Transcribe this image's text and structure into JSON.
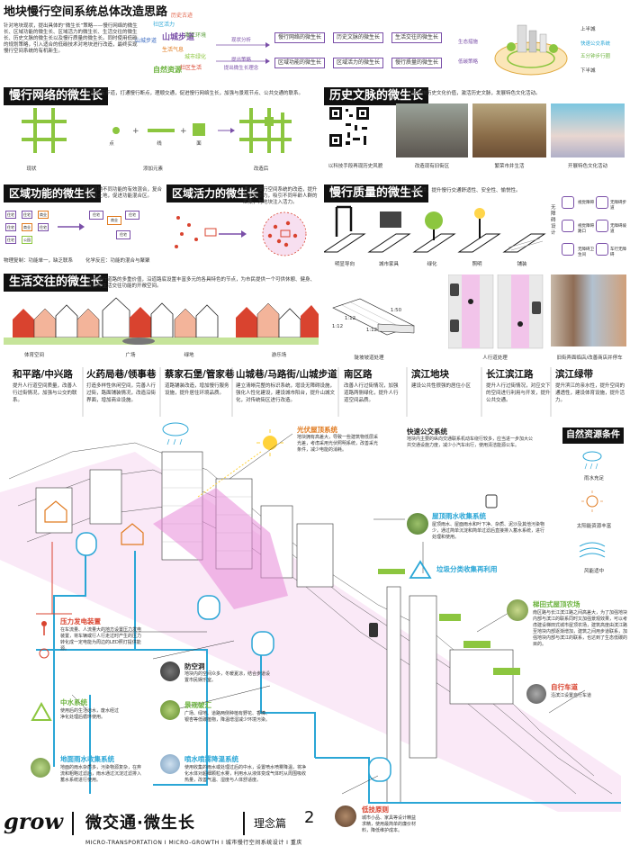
{
  "header": {
    "title": "地块慢行空间系统总体改造思路",
    "intro": "针对地块现状，提出具体的“微生长”策略——慢行网络的微生长、区域功能的微生长、区域活力的微生长、生活交往的微生长、历史文脉的微生长以及慢行质量的微生长。同时使用低碳的规划策略，引入适合的低碳技术对地块进行改造，最终实现慢行空间系统的有机新生。",
    "cloud_words": [
      "历史古迹",
      "社区活力",
      "山城步道",
      "滨江环境",
      "生活气息",
      "城市绿化",
      "自然资源",
      "社区生活",
      "公共交往"
    ],
    "flow_left": [
      "现状分析",
      "提出策略",
      "提出微生长理念"
    ],
    "flow_boxes": [
      "慢行网络的微生长",
      "历史文脉的微生长",
      "生活交往的微生长",
      "区域功能的微生长",
      "区域活力的微生长",
      "慢行质量的微生长"
    ],
    "flow_right": [
      "生态措施",
      "低碳策略"
    ],
    "ring_labels": [
      "上半城",
      "快速公交系统",
      "五分钟步行圈",
      "下半城"
    ]
  },
  "sections": {
    "network": {
      "title": "慢行网络的微生长",
      "desc": "修复现有步道，打通慢行断点，理顺交通，促进慢行网络生长，加强与景观节点、公共交通的联系。",
      "labels": [
        "现状",
        "添加元素",
        "改造后"
      ],
      "elements": [
        "点",
        "线",
        "面"
      ]
    },
    "history": {
      "title": "历史文脉的微生长",
      "desc": "挖掘地块历史文化价值，激活历史文脉，发展特色文化活动。",
      "labels": [
        "以科技手段再现历史风貌",
        "改造现有旧街区",
        "繁荣市井生活",
        "开展特色文化活动"
      ]
    },
    "function": {
      "title": "区域功能的微生长",
      "desc": "促进用地不同功能的有效混合，复合化使用土地，促进功能混合区。",
      "labels": [
        "物理复制：功能单一，缺乏联系",
        "化学反应：功能的混合与聚聚"
      ],
      "boxes": [
        "住宅",
        "住宅",
        "商业",
        "住宅",
        "商业",
        "住宅",
        "住宅",
        "公园",
        "住宅",
        "商业",
        "住宅",
        "住宅"
      ]
    },
    "vitality": {
      "title": "区域活力的微生长",
      "desc": "通过对慢行空间系统的改造，提升地块吸引力，吸引不同年龄人群的汇集，为地块注入活力。"
    },
    "quality": {
      "title": "慢行质量的微生长",
      "desc": "美化环境，提升慢行交通舒适性、安全性、愉悦性。",
      "labels": [
        "明显导向",
        "城市家具",
        "绿化",
        "照明",
        "铺装"
      ],
      "side_label": "无障碍设计",
      "icons": [
        "视觉障碍",
        "无障碍步道",
        "视觉障碍路口",
        "无障碍坡道",
        "无障碍卫生间",
        "车行无障碍"
      ],
      "ramp_labels": [
        "1:12",
        "1:50",
        "1:12",
        "1:12"
      ],
      "bottom_labels": [
        "陡坡坡道处理",
        "人行道处理",
        "旧街弄面临店/改善商店并停车"
      ]
    },
    "life": {
      "title": "生活交往的微生长",
      "desc": "提升慢行道路的多重价值，沿道路底设置丰富多元的各具特色的节点，为市民提供一个可供休憩、健身、闲谈等生活交往功能的开敞空间。",
      "labels": [
        "体育空间",
        "广场",
        "绿地",
        "游乐场"
      ]
    }
  },
  "streets": [
    {
      "name": "和平路/中兴路",
      "text": "提升人行道空间质量，改善人行过街情况，加强与公交的联系。"
    },
    {
      "name": "火药局巷/领事巷",
      "text": "打造多样性休闲空间，完善人行过街，路面铺装情况，改造沿街界面，增加商业设施。"
    },
    {
      "name": "蔡家石堡/管家巷",
      "text": "道路铺装改造，增加慢行服务设施，提升居住环境品质。"
    },
    {
      "name": "山城巷/马路街/山城步道",
      "text": "建立清晰完整的标识系统，增设无障碍设施，强化人性化建设，建设城市阳台，提升山城文化，对传统街区进行改造。"
    },
    {
      "name": "南区路",
      "text": "改善人行过街情况，加强道路两侧绿化，提升人行道空间品质。"
    },
    {
      "name": "滨江地块",
      "text": "建设公共性很强的居住小区"
    },
    {
      "name": "长江滨江路",
      "text": "提升人行过街情况，对应交下的空间进行利用与开发，提升公共交通。"
    },
    {
      "name": "滨江绿带",
      "text": "提升滨江的亲水性，提升空间的通透性，建设体育设施，提升活力。"
    }
  ],
  "callouts": {
    "roof_light": {
      "title": "光伏屋顶系统",
      "text": "地块拥有高差大，导致一些建筑物低层采光差，考虑采用光伏照明系统，改善采光条件，减少电能的消耗。"
    },
    "bus": {
      "title": "快速公交系统",
      "text": "地块内主要的纵向交通联系机动车绕行较多，应当进一步加大公共交通设施力度，减少小汽车出行，使用清洁能源公车。"
    },
    "roof_rain": {
      "title": "屋顶雨水收集系统",
      "text": "屋顶雨水、屋面雨水和叶下净、杂质、泥沙及其他污染物少，通过简单沉淀和简单过滤后直接排入蓄水系统，进行处理和使用。"
    },
    "recycle": {
      "title": "垃圾分类收集再利用"
    },
    "nature": {
      "title": "自然资源条件",
      "labels": [
        "雨水充足",
        "太阳能资源丰富",
        "风能适中"
      ]
    },
    "farm": {
      "title": "梯田式屋顶农场",
      "text": "南区路与长江滨江路之间高差大，为了加强地块内部与滨江的联系同时又加强景观效果，可以考虑建设梯田式城市屋顶农场，建筑高度由滨江路至地块内部逐渐增加，建筑之间用步道联系，加强地块内部与滨江的联系，也达到了生态低碳的目的。"
    },
    "bike": {
      "title": "自行车道",
      "text": "沿滨江设置自行车道"
    },
    "pressure": {
      "title": "压力发电装置",
      "text": "在车流量、人流量大的地方设置压力发电装置，将车辆或行人行走过时产生的压力转化成一定电能为周边的LED照灯提供能源。"
    },
    "shelter": {
      "title": "防空洞",
      "text": "地块内的空间众多，冬暖夏凉，结合步道设置市民娱乐室。"
    },
    "water": {
      "title": "中水系统",
      "text": "使用后的生活污水，废水经过净化处理后循环使用。"
    },
    "landscape": {
      "title": "景观破汇",
      "text": "广场、绿地、道路两侧种植有野花、香樟、银杏等低碳植物，降温增湿减少环境污染。"
    },
    "ground_rain": {
      "title": "地面雨水收集系统",
      "text": "地面的雨水杂质多，污染物源复杂，在弃流和粗略过滤后，雨水通过沉淀过滤排入蓄水系统进行使用。"
    },
    "spray": {
      "title": "喷水喷雾降温系统",
      "text": "使用收集的雨水或处理过后的中水，设置喷水喷雾降温，将净化水体对超细颗粒水雾，利用水从液体变成气体时从周围吸收热量，改善气温、湿度与人体舒适度。"
    },
    "lowcarbon": {
      "title": "低技原则",
      "text": "城市小品、家具等设计精益求精，使用最简单的廉价材料，降低维护成本。"
    }
  },
  "footer": {
    "logo": "grow",
    "title": "微交通·微生长",
    "concept": "理念篇",
    "page": "2",
    "sub": "MICRO-TRANSPORTATION  I  MICRO-GROWTH  I  城市慢行空间系统设计  I  重庆"
  },
  "colors": {
    "purple": "#7a4fa8",
    "blue": "#2aa6d6",
    "green": "#8cc63f",
    "orange": "#e07a1f",
    "red": "#d9432f",
    "pink": "#f0c4e8"
  }
}
